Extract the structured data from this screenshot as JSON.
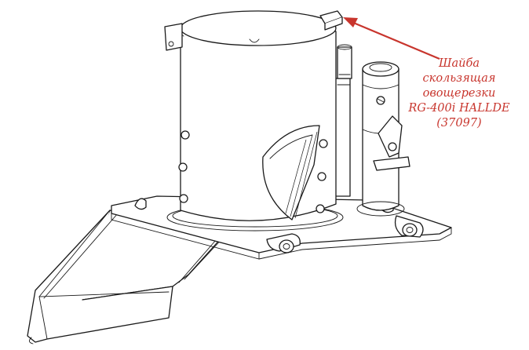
{
  "annotation": {
    "lines": [
      "Шайба",
      "скользящая",
      "овощерезки",
      "RG-400i HALLDE",
      "(37097)"
    ],
    "color": "#c8352d"
  },
  "drawing": {
    "line_color": "#1a1a1a",
    "background": "#ffffff"
  }
}
